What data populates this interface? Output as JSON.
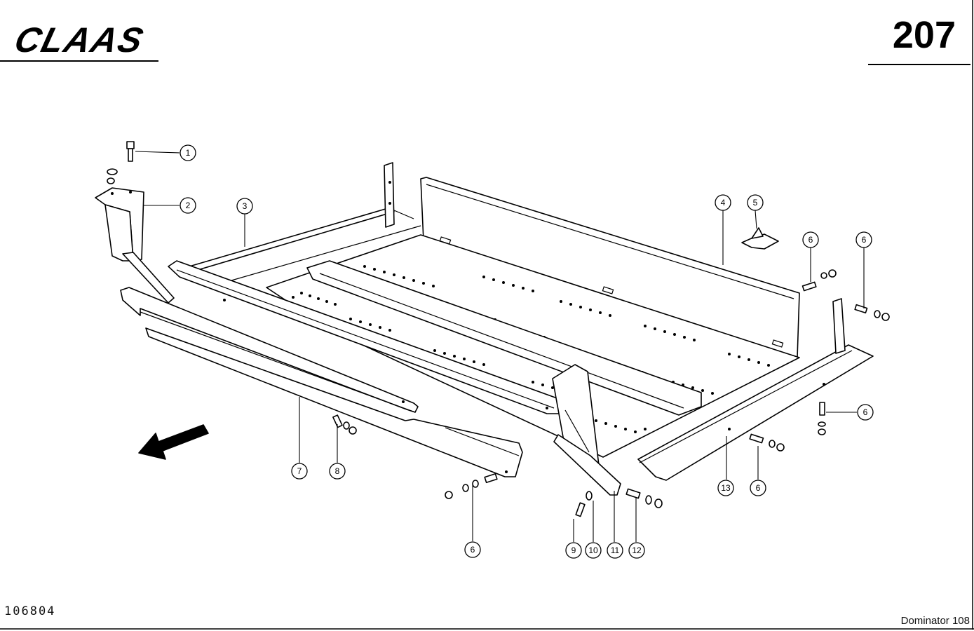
{
  "header": {
    "logo_text": "CLAAS",
    "page_number": "207"
  },
  "footer": {
    "drawing_number": "106804",
    "model": "Dominator 108"
  },
  "callouts": [
    "1",
    "2",
    "3",
    "4",
    "5",
    "6",
    "6",
    "6",
    "6",
    "7",
    "8",
    "6",
    "9",
    "10",
    "11",
    "12",
    "13",
    "6"
  ],
  "direction_arrow": "arrow-icon"
}
